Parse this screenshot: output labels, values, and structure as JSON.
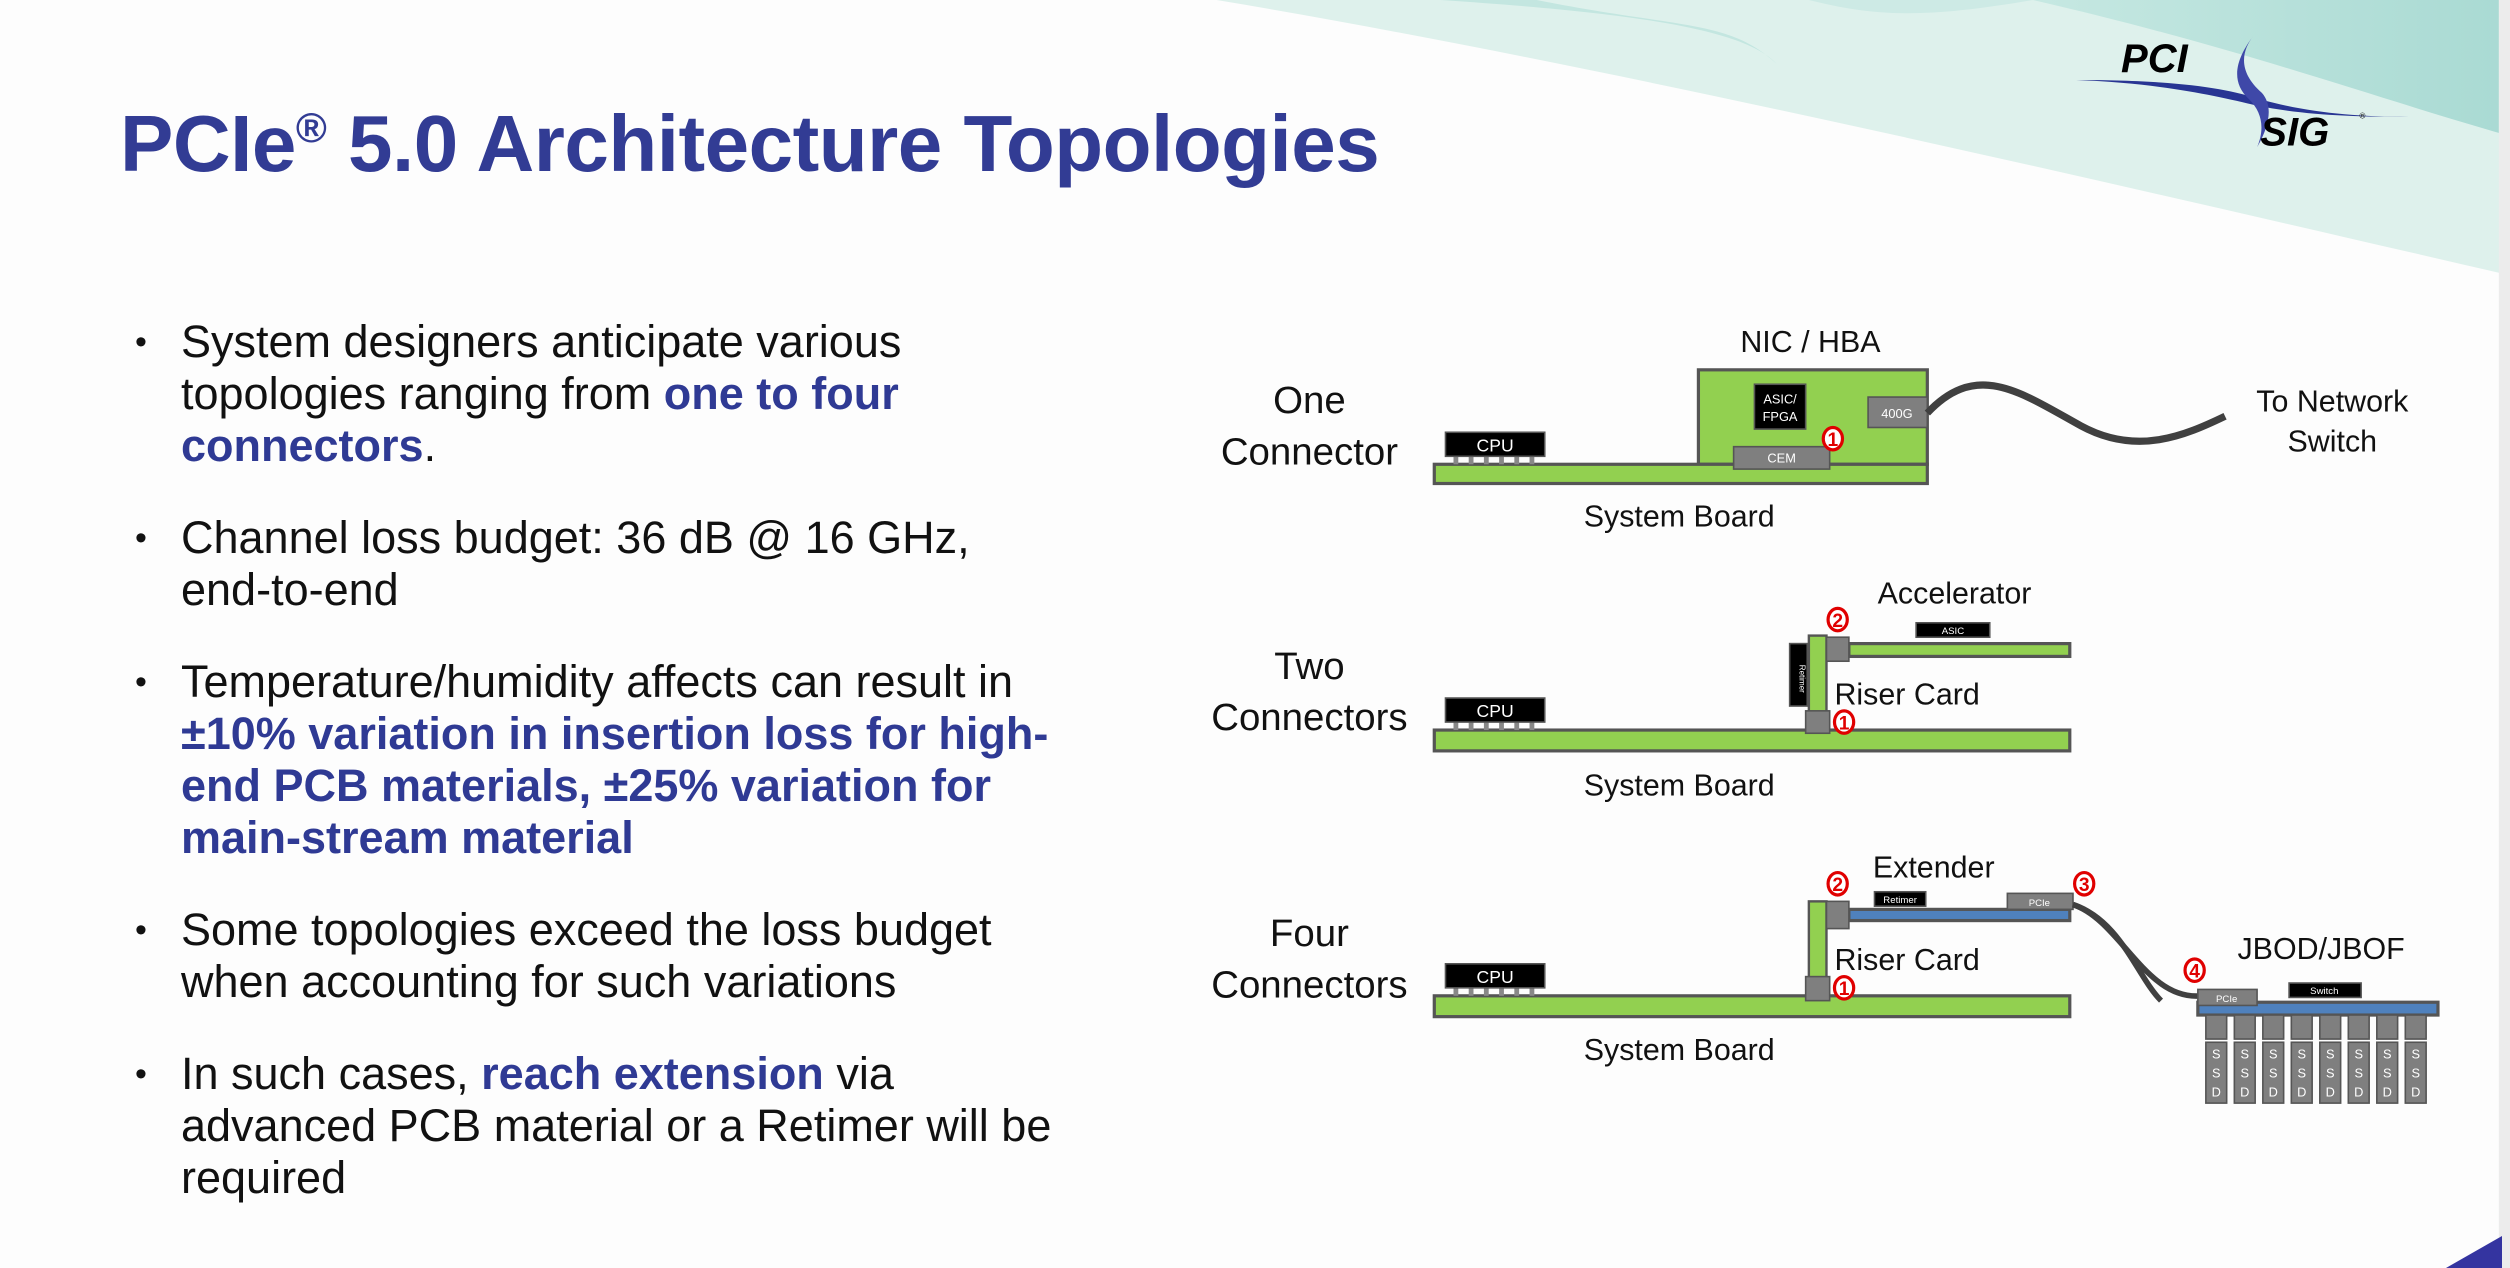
{
  "colors": {
    "title": "#323c94",
    "emphasis": "#2f3a94",
    "board_green": "#92d050",
    "board_blue": "#4f81bd",
    "connector_gray": "#7f7f7f",
    "badge_red": "#e00000",
    "teal_light": "#def1ec",
    "teal_dark": "#b3dfd8",
    "corner_blue": "#3434a0"
  },
  "logo": {
    "top": "PCI",
    "bottom": "SIG",
    "mark": "®"
  },
  "title": {
    "main": "PCIe",
    "reg": "®",
    "rest": " 5.0 Architecture Topologies"
  },
  "bullets": [
    {
      "lines": [
        [
          {
            "t": "System designers anticipate various"
          }
        ],
        [
          {
            "t": "topologies ranging from "
          },
          {
            "t": "one to four",
            "em": true
          }
        ],
        [
          {
            "t": "connectors",
            "em": true
          },
          {
            "t": "."
          }
        ]
      ]
    },
    {
      "lines": [
        [
          {
            "t": "Channel loss budget: 36 dB @ 16 GHz,"
          }
        ],
        [
          {
            "t": "end-to-end"
          }
        ]
      ]
    },
    {
      "lines": [
        [
          {
            "t": "Temperature/humidity affects can result in"
          }
        ],
        [
          {
            "t": "±10% variation in insertion loss for high-",
            "em": true
          }
        ],
        [
          {
            "t": "end PCB materials, ±25% variation for",
            "em": true
          }
        ],
        [
          {
            "t": "main-stream material",
            "em": true
          }
        ]
      ]
    },
    {
      "lines": [
        [
          {
            "t": "Some topologies exceed the loss budget"
          }
        ],
        [
          {
            "t": "when accounting for such variations"
          }
        ]
      ]
    },
    {
      "lines": [
        [
          {
            "t": "In such cases, "
          },
          {
            "t": "reach extension",
            "em": true
          },
          {
            "t": " via"
          }
        ],
        [
          {
            "t": "advanced PCB material or a Retimer will be"
          }
        ],
        [
          {
            "t": "required"
          }
        ]
      ]
    }
  ],
  "diagram": {
    "one": {
      "label1": "One",
      "label2": "Connector",
      "card": "NIC / HBA",
      "chip": "ASIC/",
      "chip2": "FPGA",
      "port": "400G",
      "slot": "CEM",
      "cpu": "CPU",
      "board": "System Board",
      "dest1": "To Network",
      "dest2": "Switch",
      "badge1": "1"
    },
    "two": {
      "label1": "Two",
      "label2": "Connectors",
      "cpu": "CPU",
      "board": "System Board",
      "accel": "Accelerator",
      "asic": "ASIC",
      "riser": "Riser Card",
      "retimer": "Retimer",
      "badge1": "1",
      "badge2": "2"
    },
    "four": {
      "label1": "Four",
      "label2": "Connectors",
      "cpu": "CPU",
      "board": "System Board",
      "extender": "Extender",
      "retimer": "Retimer",
      "pcie": "PCIe",
      "riser": "Riser Card",
      "jbod": "JBOD/JBOF",
      "pcie2": "PCIe",
      "switch": "Switch",
      "ssd": [
        "S",
        "S",
        "D"
      ],
      "ssd_count": 8,
      "badge1": "1",
      "badge2": "2",
      "badge3": "3",
      "badge4": "4"
    }
  }
}
